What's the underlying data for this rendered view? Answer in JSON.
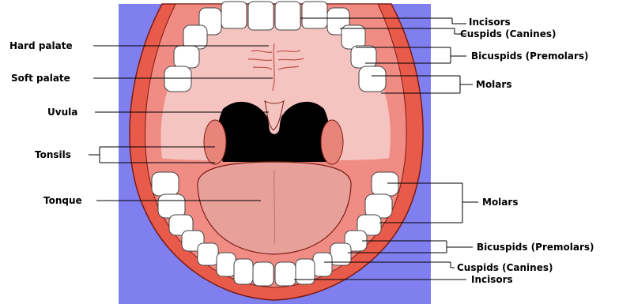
{
  "labels": {
    "hard_palate": "Hard palate",
    "soft_palate": "Soft palate",
    "uvula": "Uvula",
    "tonsils": "Tonsils",
    "tongue": "Tonque",
    "upper_incisors": "Incisors",
    "upper_cuspids": "Cuspids (Canines)",
    "upper_bicuspids": "Bicuspids (Premolars)",
    "upper_molars": "Molars",
    "lower_molars": "Molars",
    "lower_bicuspids": "Bicuspids (Premolars)",
    "lower_cuspids": "Cuspids (Canines)",
    "lower_incisors": "Incisors"
  },
  "colors": {
    "background_panel": "#7f7ff0",
    "lips": "#e85a4a",
    "gums": "#f08c84",
    "palate": "#f6c4c0",
    "throat": "#000000",
    "tongue": "#e8a09a",
    "teeth": "#ffffff",
    "tonsils": "#e8847a"
  }
}
